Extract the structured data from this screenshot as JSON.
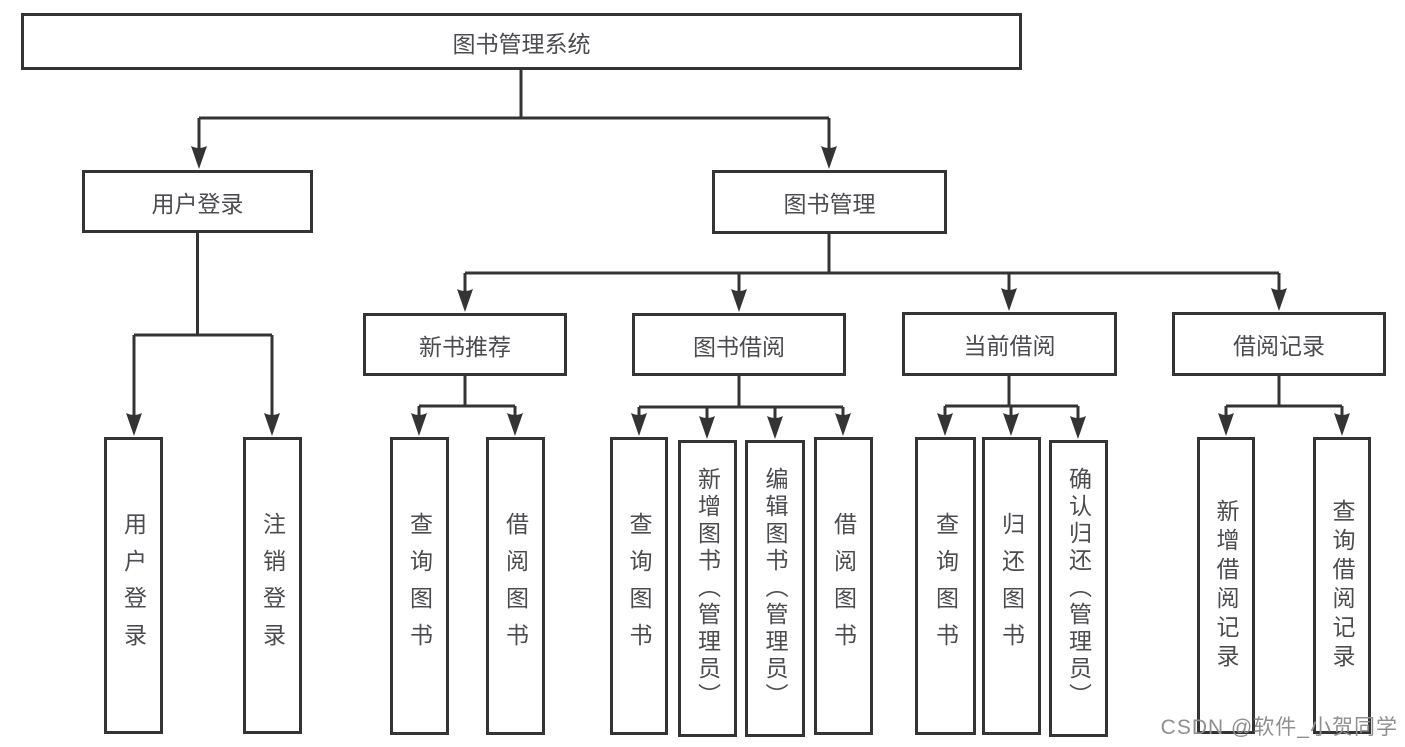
{
  "diagram": {
    "title": "图书管理系统",
    "type": "tree-structure-chart",
    "colors": {
      "line": "#343434",
      "text": "#4c4c50",
      "box_bg": "#ffffff",
      "watermark": "#8f8f8f"
    },
    "watermark": "CSDN @软件_小贺同学",
    "nodes": [
      {
        "id": "root",
        "label": "图书管理系统",
        "parent": null
      },
      {
        "id": "user-login",
        "label": "用户登录",
        "parent": "root"
      },
      {
        "id": "book-mgmt",
        "label": "图书管理",
        "parent": "root"
      },
      {
        "id": "new-book-rec",
        "label": "新书推荐",
        "parent": "book-mgmt"
      },
      {
        "id": "book-borrow",
        "label": "图书借阅",
        "parent": "book-mgmt"
      },
      {
        "id": "current-borrow",
        "label": "当前借阅",
        "parent": "book-mgmt"
      },
      {
        "id": "borrow-records",
        "label": "借阅记录",
        "parent": "book-mgmt"
      },
      {
        "id": "ul-login",
        "label": "用户登录",
        "parent": "user-login"
      },
      {
        "id": "ul-logout",
        "label": "注销登录",
        "parent": "user-login"
      },
      {
        "id": "nbr-query",
        "label": "查询图书",
        "parent": "new-book-rec"
      },
      {
        "id": "nbr-borrow",
        "label": "借阅图书",
        "parent": "new-book-rec"
      },
      {
        "id": "bb-query",
        "label": "查询图书",
        "parent": "book-borrow"
      },
      {
        "id": "bb-add",
        "label": "新增图书（管理员）",
        "parent": "book-borrow"
      },
      {
        "id": "bb-edit",
        "label": "编辑图书（管理员）",
        "parent": "book-borrow"
      },
      {
        "id": "bb-borrow",
        "label": "借阅图书",
        "parent": "book-borrow"
      },
      {
        "id": "cb-query",
        "label": "查询图书",
        "parent": "current-borrow"
      },
      {
        "id": "cb-return",
        "label": "归还图书",
        "parent": "current-borrow"
      },
      {
        "id": "cb-confirm",
        "label": "确认归还（管理员）",
        "parent": "current-borrow"
      },
      {
        "id": "br-add",
        "label": "新增借阅记录",
        "parent": "borrow-records"
      },
      {
        "id": "br-query",
        "label": "查询借阅记录",
        "parent": "borrow-records"
      }
    ]
  }
}
